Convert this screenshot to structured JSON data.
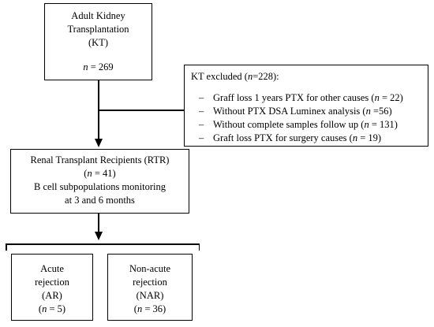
{
  "kt_box": {
    "line1": "Adult Kidney",
    "line2": "Transplantation",
    "line3": "(KT)",
    "n_label": "n",
    "n_value": " = 269"
  },
  "excluded_box": {
    "title_prefix": "KT excluded (",
    "title_n": "n",
    "title_suffix": "=228):",
    "items": [
      {
        "prefix": "Graff loss 1 years PTX for other causes (",
        "n": "n",
        "suffix": " = 22)"
      },
      {
        "prefix": "Without PTX DSA Luminex analysis (",
        "n": "n",
        "suffix": " =56)"
      },
      {
        "prefix": "Without complete samples follow up (",
        "n": "n",
        "suffix": " = 131)"
      },
      {
        "prefix": "Graft loss PTX for surgery causes (",
        "n": "n",
        "suffix": " = 19)"
      }
    ]
  },
  "rtr_box": {
    "line1": "Renal Transplant Recipients (RTR)",
    "n_open": "(",
    "n_label": "n",
    "n_close": " = 41)",
    "line3": "B cell subpopulations monitoring",
    "line4": "at 3 and 6 months"
  },
  "ar_box": {
    "line1": "Acute",
    "line2": "rejection",
    "line3": "(AR)",
    "n_open": "(",
    "n_label": "n",
    "n_close": " = 5)"
  },
  "nar_box": {
    "line1": "Non-acute",
    "line2": "rejection",
    "line3": "(NAR)",
    "n_open": "(",
    "n_label": "n",
    "n_close": " = 36)"
  }
}
